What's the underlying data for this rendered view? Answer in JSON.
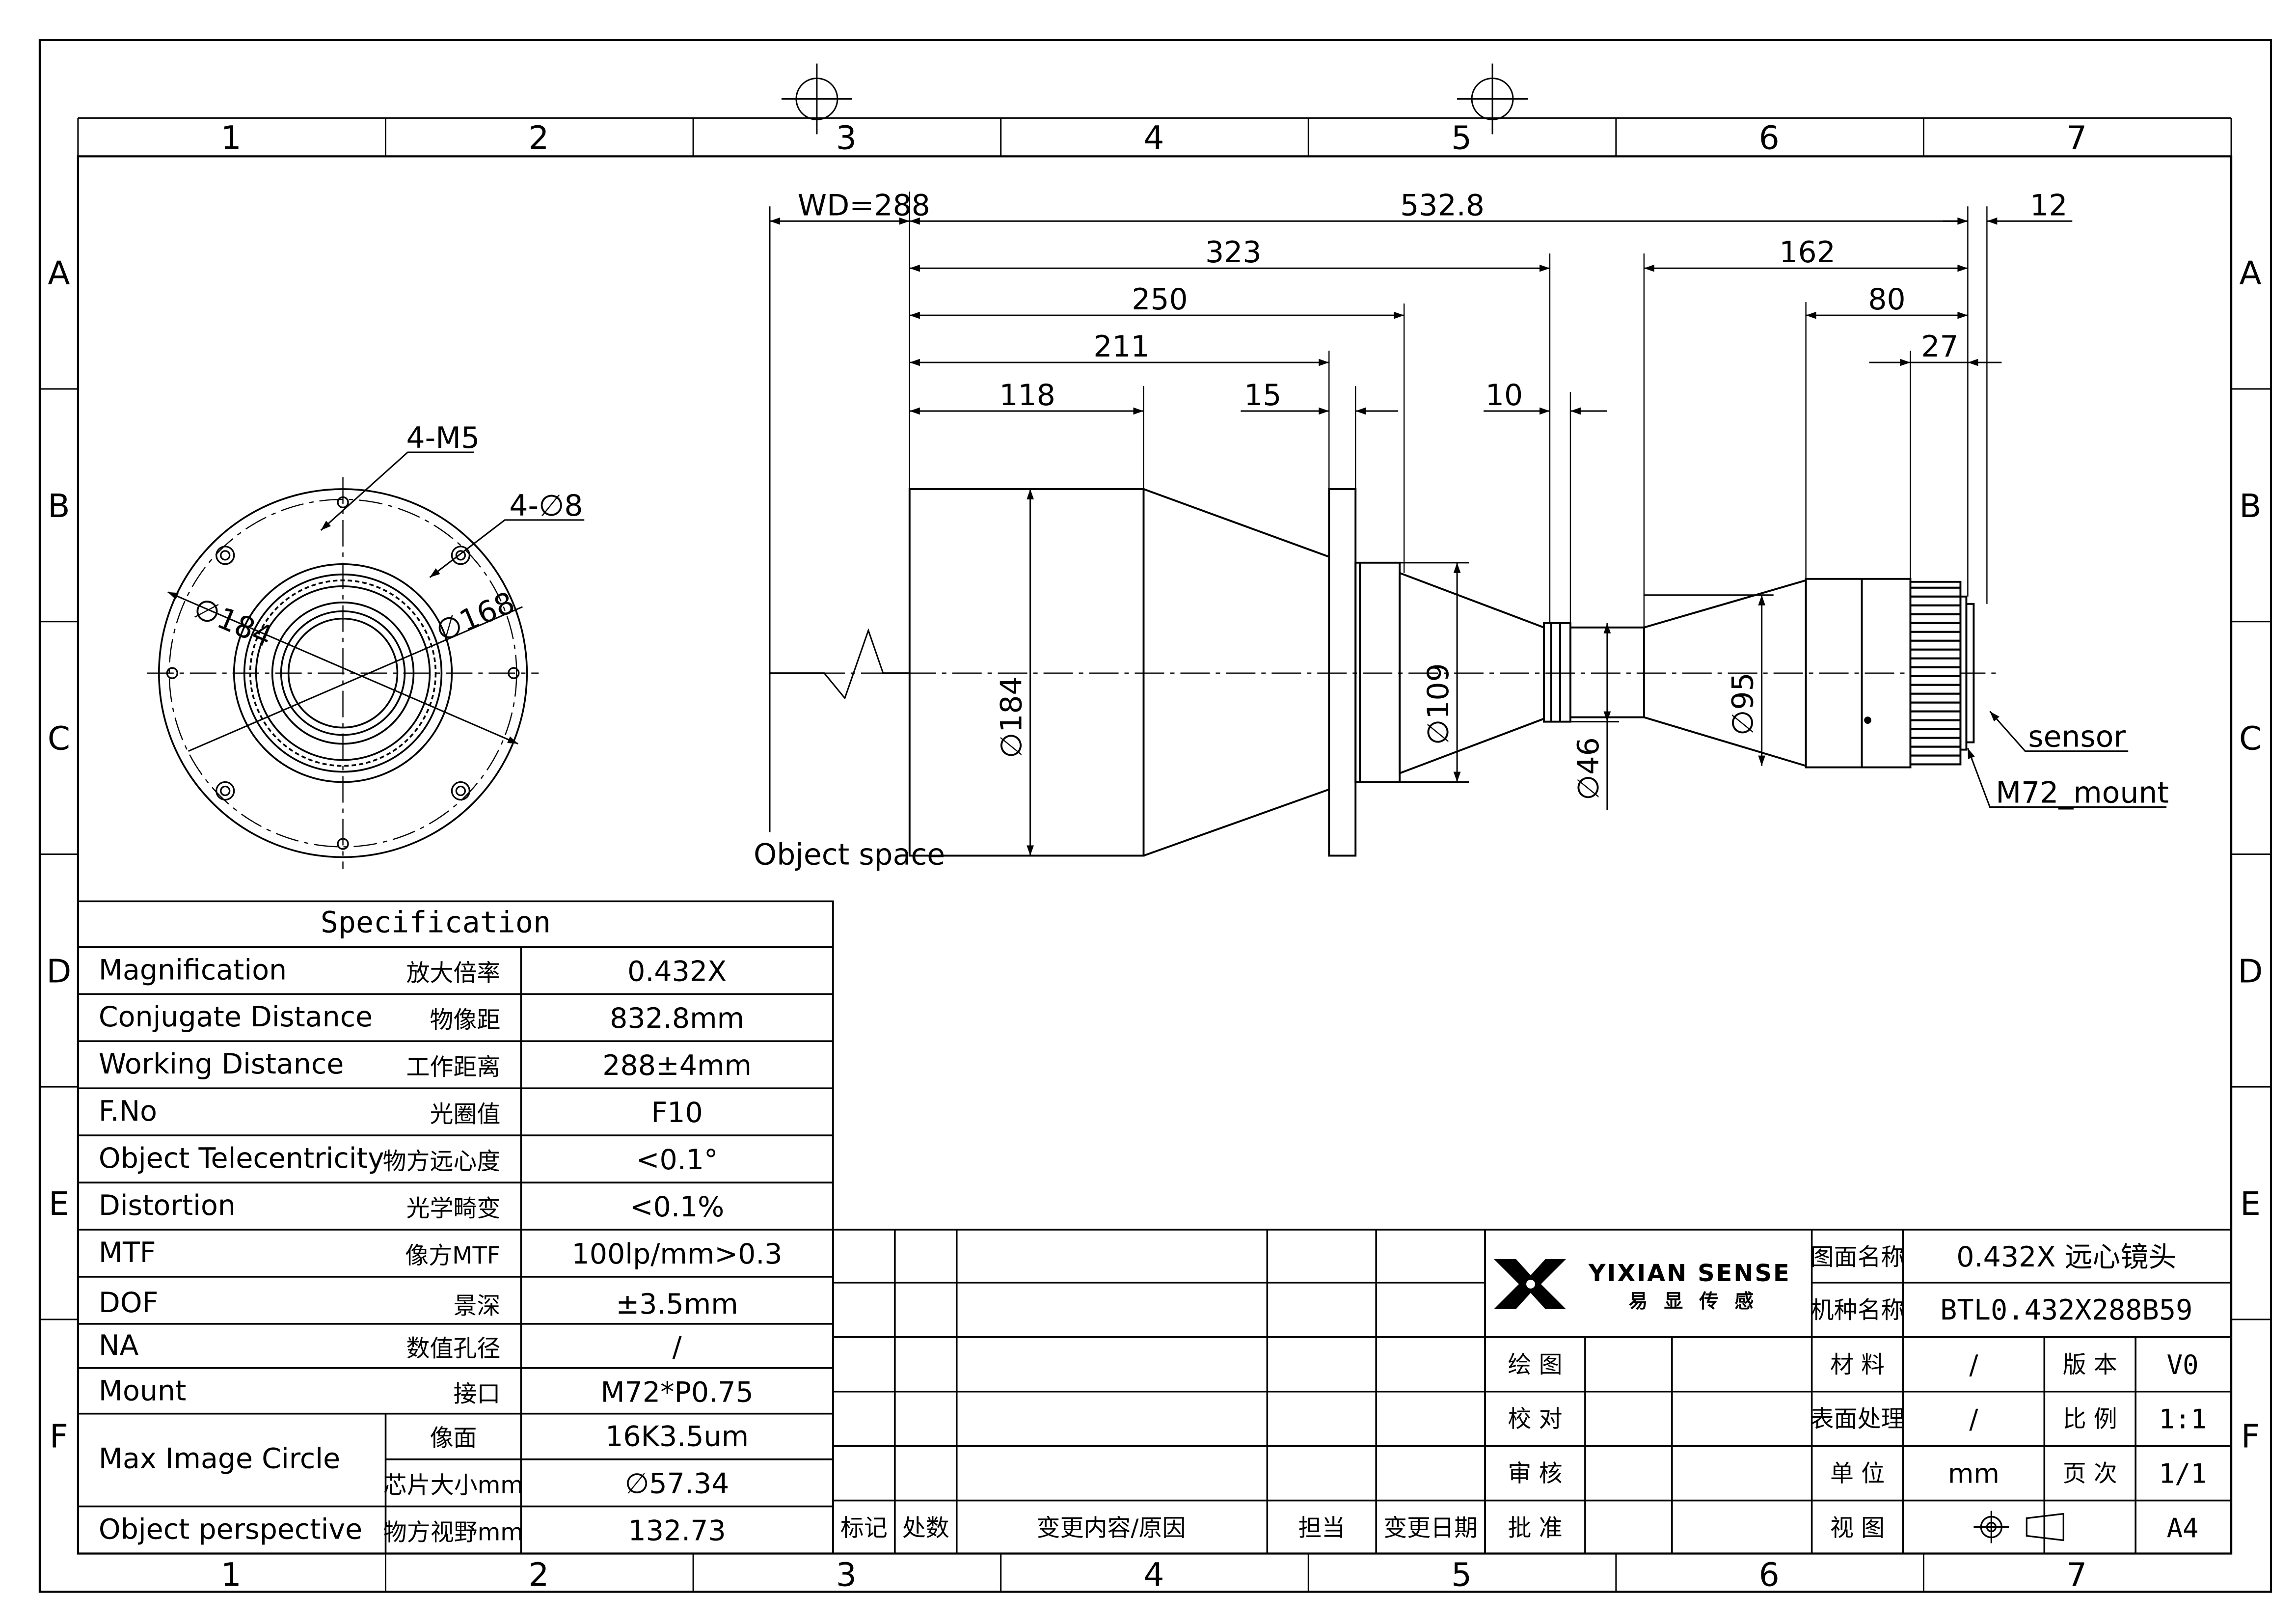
{
  "zones": {
    "columns": [
      "1",
      "2",
      "3",
      "4",
      "5",
      "6",
      "7"
    ],
    "rows": [
      "A",
      "B",
      "C",
      "D",
      "E",
      "F"
    ]
  },
  "front_view": {
    "labels": {
      "thread": "4-M5",
      "holes": "4-∅8",
      "outer_dia": "∅184",
      "bolt_circle": "∅168"
    }
  },
  "side_view": {
    "dimensions": {
      "wd": "WD=288",
      "total": "532.8",
      "flange_back": "12",
      "d323": "323",
      "d162": "162",
      "d250": "250",
      "d80": "80",
      "d211": "211",
      "d27": "27",
      "d118": "118",
      "d15": "15",
      "d10": "10"
    },
    "diameters": {
      "d184": "∅184",
      "d109": "∅109",
      "d46": "∅46",
      "d95": "∅95"
    },
    "labels": {
      "object_space": "Object space",
      "sensor": "sensor",
      "mount": "M72_mount"
    }
  },
  "spec_table": {
    "title": "Specification",
    "rows": [
      {
        "en": "Magnification",
        "cn": "放大倍率",
        "value": "0.432X"
      },
      {
        "en": "Conjugate Distance",
        "cn": "物像距",
        "value": "832.8mm"
      },
      {
        "en": "Working Distance",
        "cn": "工作距离",
        "value": "288±4mm"
      },
      {
        "en": "F.No",
        "cn": "光圈值",
        "value": "F10"
      },
      {
        "en": "Object Telecentricity",
        "cn": "物方远心度",
        "value": "<0.1°"
      },
      {
        "en": "Distortion",
        "cn": "光学畸变",
        "value": "<0.1%"
      },
      {
        "en": "MTF",
        "cn": "像方MTF",
        "value": "100lp/mm>0.3"
      },
      {
        "en": "DOF",
        "cn": "景深",
        "value": "±3.5mm"
      },
      {
        "en": "NA",
        "cn": "数值孔径",
        "value": "/"
      },
      {
        "en": "Mount",
        "cn": "接口",
        "value": "M72*P0.75"
      }
    ],
    "max_image_circle": {
      "en": "Max Image Circle",
      "sub": [
        {
          "cn": "像面",
          "value": "16K3.5um"
        },
        {
          "cn": "芯片大小mm",
          "value": "∅57.34"
        }
      ]
    },
    "last_row": {
      "en": "Object perspective",
      "cn": "物方视野mm",
      "value": "132.73"
    }
  },
  "revision_table": {
    "headers": [
      "标记",
      "处数",
      "变更内容/原因",
      "担当",
      "变更日期"
    ]
  },
  "title_block": {
    "logo_text": "YIXIAN SENSE",
    "logo_cn": [
      "易",
      "显",
      "传",
      "感"
    ],
    "drawing_name_label": "图面名称",
    "drawing_name": "0.432X 远心镜头",
    "model_label": "机种名称",
    "model": "BTL0.432X288B59",
    "sign_labels": [
      "绘 图",
      "校 对",
      "审 核",
      "批 准"
    ],
    "fields": [
      {
        "label": "材 料",
        "value": "/",
        "label2": "版 本",
        "value2": "V0"
      },
      {
        "label": "表面处理",
        "value": "/",
        "label2": "比 例",
        "value2": "1:1"
      },
      {
        "label": "单 位",
        "value": "mm",
        "label2": "页 次",
        "value2": "1/1"
      },
      {
        "label": "视 图",
        "value": "",
        "label2": "",
        "value2": "A4"
      }
    ]
  }
}
